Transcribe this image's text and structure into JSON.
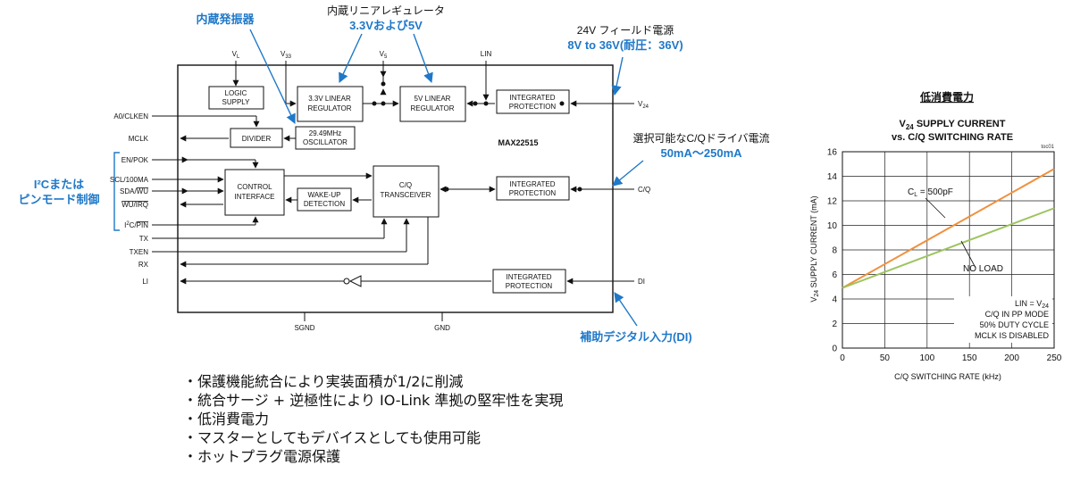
{
  "diagram": {
    "chip_name": "MAX22515",
    "top_pins": {
      "vl": "V",
      "vl_sub": "L",
      "v33": "V",
      "v33_sub": "33",
      "v5": "V",
      "v5_sub": "5",
      "lin": "LIN"
    },
    "bottom_pins": {
      "sgnd": "SGND",
      "gnd": "GND"
    },
    "left_pins": {
      "a0_clken": "A0/CLKEN",
      "mclk": "MCLK",
      "en_pok": "EN/POK",
      "scl": "SCL/100MA",
      "sda": "SDA/",
      "sda_bar": "WU",
      "wu_irq": "WU/IRQ",
      "i2c_pre": "I",
      "i2c_sup": "2",
      "i2c_mid": "C/",
      "i2c_bar": "PIN",
      "tx": "TX",
      "txen": "TXEN",
      "rx": "RX",
      "li": "LI"
    },
    "right_pins": {
      "v24": "V",
      "v24_sub": "24",
      "cq": "C/Q",
      "di": "DI"
    },
    "blocks": {
      "logic_supply": [
        "LOGIC",
        "SUPPLY"
      ],
      "reg33": [
        "3.3V LINEAR",
        "REGULATOR"
      ],
      "reg5": [
        "5V LINEAR",
        "REGULATOR"
      ],
      "prot": [
        "INTEGRATED",
        "PROTECTION"
      ],
      "divider": "DIVIDER",
      "osc": [
        "29.49MHz",
        "OSCILLATOR"
      ],
      "control": [
        "CONTROL",
        "INTERFACE"
      ],
      "wakeup": [
        "WAKE-UP",
        "DETECTION"
      ],
      "cq": [
        "C/Q",
        "TRANSCEIVER"
      ]
    }
  },
  "annotations": {
    "osc": "内蔵発振器",
    "reg_title": "内蔵リニアレギュレータ",
    "reg_value": "3.3Vおよび5V",
    "field_title": "24V フィールド電源",
    "field_value": "8V to 36V(耐圧：36V)",
    "driver_title": "選択可能なC/Qドライバ電流",
    "driver_value": "50mA〜250mA",
    "ctrl_line1": "I²Cまたは",
    "ctrl_line2": "ピンモード制御",
    "di": "補助デジタル入力(DI)",
    "chart_heading": "低消費電力"
  },
  "chart_data": {
    "type": "line",
    "title": "V24 SUPPLY CURRENT vs. C/Q SWITCHING RATE",
    "title_line1": "V",
    "title_line1_sub": "24",
    "title_line1_rest": " SUPPLY CURRENT",
    "title_line2": "vs. C/Q SWITCHING RATE",
    "tag": "toc01",
    "xlabel": "C/Q SWITCHING RATE (kHz)",
    "ylabel_pre": "V",
    "ylabel_sub": "24",
    "ylabel_rest": " SUPPLY CURRENT (mA)",
    "xlim": [
      0,
      250
    ],
    "ylim": [
      0,
      16
    ],
    "xticks": [
      0,
      50,
      100,
      150,
      200,
      250
    ],
    "yticks": [
      0,
      2,
      4,
      6,
      8,
      10,
      12,
      14,
      16
    ],
    "grid": true,
    "series": [
      {
        "name": "CL = 500pF",
        "color": "#f0913f",
        "x": [
          0,
          250
        ],
        "y": [
          4.9,
          14.6
        ]
      },
      {
        "name": "NO LOAD",
        "color": "#9dc45f",
        "x": [
          0,
          250
        ],
        "y": [
          4.9,
          11.4
        ]
      }
    ],
    "labels": {
      "cl_pre": "C",
      "cl_sub": "L",
      "cl_rest": " = 500pF",
      "noload": "NO LOAD",
      "cond1_pre": "LIN = V",
      "cond1_sub": "24",
      "cond2": "C/Q IN PP MODE",
      "cond3": "50% DUTY CYCLE",
      "cond4": "MCLK IS DISABLED"
    }
  },
  "bullets": [
    "・保護機能統合により実装面積が1/2に削減",
    "・統合サージ + 逆極性により IO-Link 準拠の堅牢性を実現",
    "・低消費電力",
    "・マスターとしてもデバイスとしても使用可能",
    "・ホットプラグ電源保護"
  ],
  "colors": {
    "accent": "#1f78c8",
    "line": "#111111",
    "orange": "#f0913f",
    "green": "#9dc45f"
  }
}
